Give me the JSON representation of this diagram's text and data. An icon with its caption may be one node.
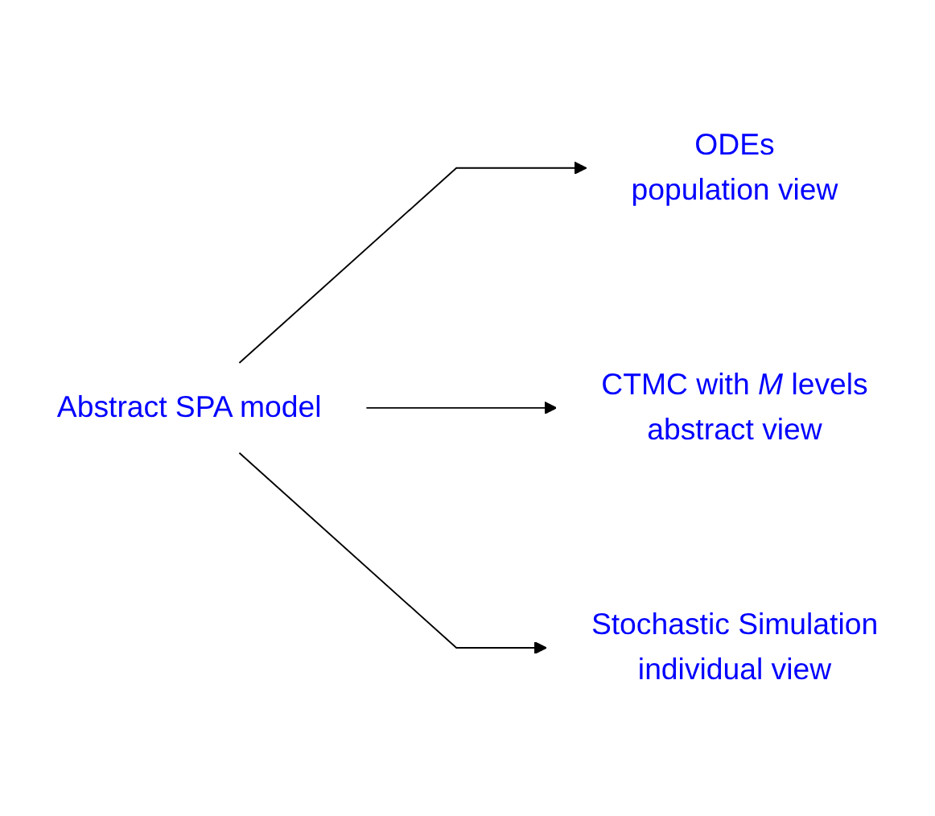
{
  "diagram": {
    "nodes": [
      {
        "text": [
          "Abstract SPA model"
        ]
      },
      {
        "text": [
          "ODEs",
          "population view"
        ]
      },
      {
        "text": [
          "CTMC with *M* levels",
          "abstract view"
        ]
      },
      {
        "text": [
          "Stochastic Simulation",
          "individual view"
        ]
      }
    ],
    "edges": [
      {
        "from": 0,
        "to": 1,
        "arrow": "to"
      },
      {
        "from": 0,
        "to": 2,
        "arrow": "to"
      },
      {
        "from": 0,
        "to": 3,
        "arrow": "to"
      }
    ]
  }
}
